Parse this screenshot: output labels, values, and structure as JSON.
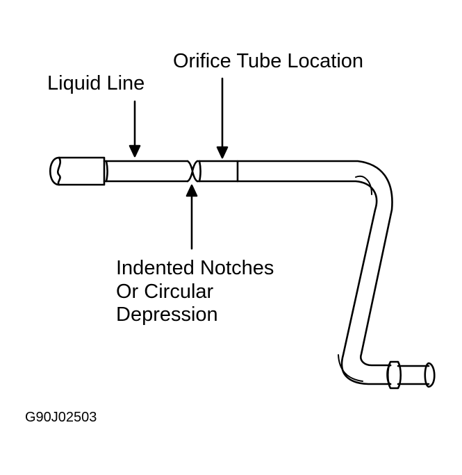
{
  "callouts": {
    "liquid_line": "Liquid Line",
    "orifice_tube_location": "Orifice Tube Location",
    "indented_notches": [
      "Indented Notches",
      "Or Circular",
      "Depression"
    ]
  },
  "figure_id": "G90J02503",
  "colors": {
    "line": "#000000",
    "background": "#ffffff"
  }
}
